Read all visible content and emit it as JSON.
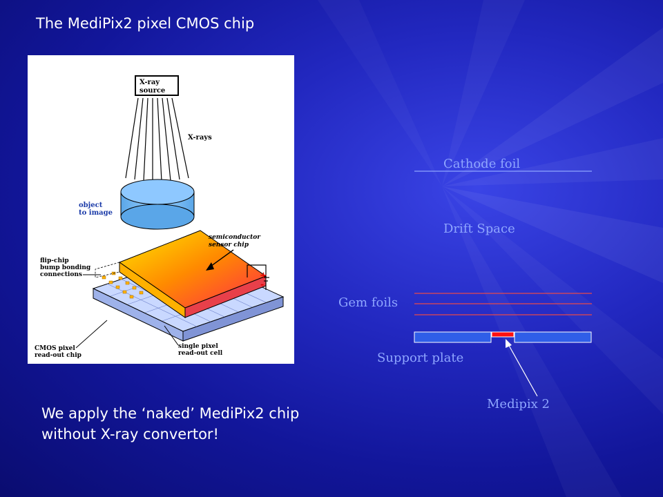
{
  "slide": {
    "title": "The MediPix2 pixel CMOS chip",
    "caption_line1": "We apply the ‘naked’ MediPix2 chip",
    "caption_line2": "without X-ray convertor!"
  },
  "figure": {
    "xray_source_line1": "X-ray",
    "xray_source_line2": "source",
    "xrays": "X-rays",
    "object_line1": "object",
    "object_line2": "to image",
    "sensor_line1": "semiconductor",
    "sensor_line2": "sensor chip",
    "bump_line1": "flip-chip",
    "bump_line2": "bump bonding",
    "bump_line3": "connections",
    "cmos_line1": "CMOS pixel",
    "cmos_line2": "read-out chip",
    "pixel_line1": "single pixel",
    "pixel_line2": "read-out cell",
    "plus": "+",
    "minus": "-"
  },
  "detector": {
    "cathode": "Cathode foil",
    "drift": "Drift Space",
    "gem": "Gem foils",
    "support": "Support plate",
    "medipix": "Medipix 2",
    "colors": {
      "label": "#8fa6ff",
      "gem": "#e8484b",
      "plate": "#2f5ee8",
      "chip": "#ff1010"
    }
  }
}
